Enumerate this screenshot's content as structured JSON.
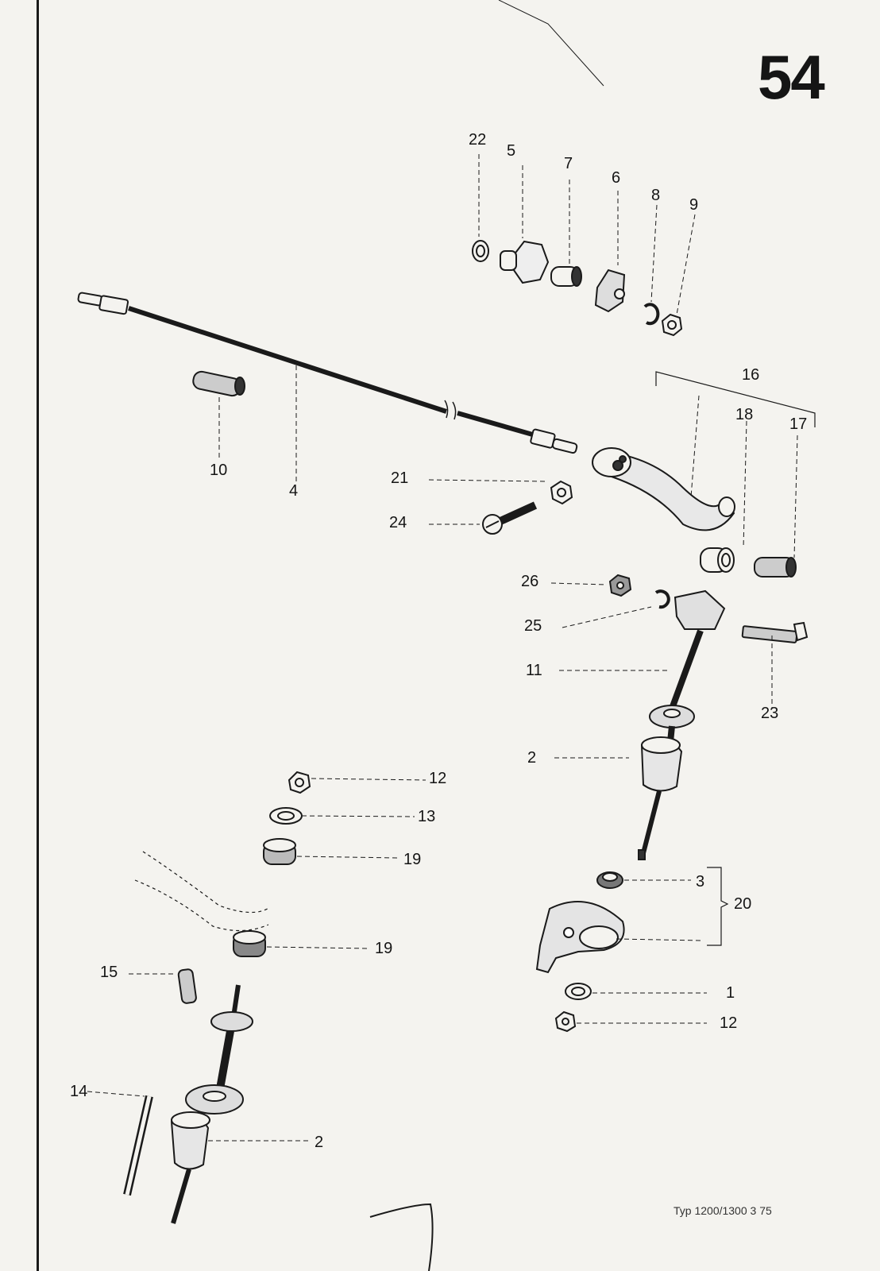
{
  "page_number": "54",
  "footer_text": "Typ 1200/1300 3   75",
  "part_labels": {
    "p1": "1",
    "p2a": "2",
    "p2b": "2",
    "p3": "3",
    "p4": "4",
    "p5": "5",
    "p6": "6",
    "p7": "7",
    "p8": "8",
    "p9": "9",
    "p10": "10",
    "p11": "11",
    "p12a": "12",
    "p12b": "12",
    "p13": "13",
    "p14": "14",
    "p15": "15",
    "p16": "16",
    "p17": "17",
    "p18": "18",
    "p19a": "19",
    "p19b": "19",
    "p20": "20",
    "p21": "21",
    "p22": "22",
    "p23": "23",
    "p24": "24",
    "p25": "25",
    "p26": "26"
  }
}
